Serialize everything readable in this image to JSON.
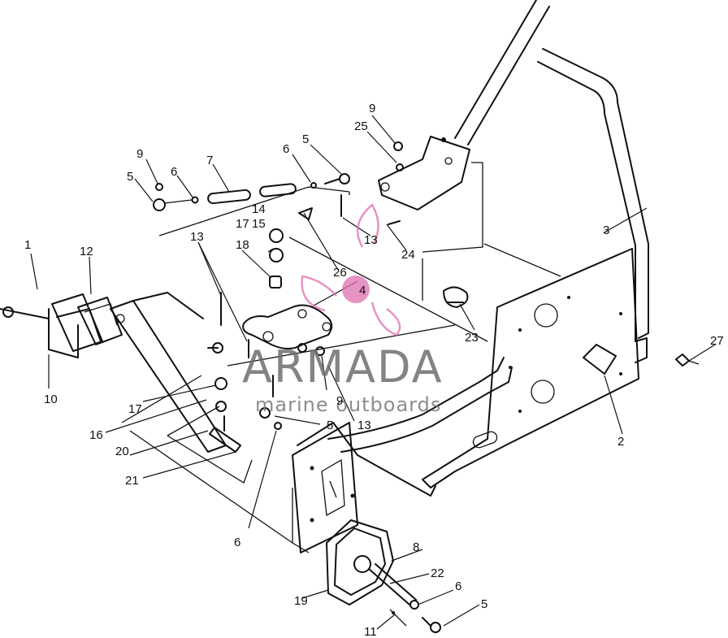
{
  "watermark": {
    "brand": "ARMADA",
    "tagline": "marine outboards",
    "logo_color": "#e070b0",
    "text_color": "#6e6e6e"
  },
  "callouts": [
    {
      "id": "c1",
      "text": "1"
    },
    {
      "id": "c2",
      "text": "2"
    },
    {
      "id": "c3",
      "text": "3"
    },
    {
      "id": "c4",
      "text": "4"
    },
    {
      "id": "c5a",
      "text": "5"
    },
    {
      "id": "c5b",
      "text": "5"
    },
    {
      "id": "c5c",
      "text": "5"
    },
    {
      "id": "c5d",
      "text": "5"
    },
    {
      "id": "c6a",
      "text": "6"
    },
    {
      "id": "c6b",
      "text": "6"
    },
    {
      "id": "c6c",
      "text": "6"
    },
    {
      "id": "c6d",
      "text": "6"
    },
    {
      "id": "c7",
      "text": "7"
    },
    {
      "id": "c8",
      "text": "8"
    },
    {
      "id": "c9a",
      "text": "9"
    },
    {
      "id": "c9b",
      "text": "9"
    },
    {
      "id": "c9c",
      "text": "9"
    },
    {
      "id": "c10",
      "text": "10"
    },
    {
      "id": "c11",
      "text": "11"
    },
    {
      "id": "c12",
      "text": "12"
    },
    {
      "id": "c13a",
      "text": "13"
    },
    {
      "id": "c13b",
      "text": "13"
    },
    {
      "id": "c13c",
      "text": "13"
    },
    {
      "id": "c14",
      "text": "14"
    },
    {
      "id": "c15",
      "text": "15"
    },
    {
      "id": "c16",
      "text": "16"
    },
    {
      "id": "c17a",
      "text": "17"
    },
    {
      "id": "c17b",
      "text": "17"
    },
    {
      "id": "c18",
      "text": "18"
    },
    {
      "id": "c19",
      "text": "19"
    },
    {
      "id": "c20",
      "text": "20"
    },
    {
      "id": "c21",
      "text": "21"
    },
    {
      "id": "c22",
      "text": "22"
    },
    {
      "id": "c23",
      "text": "23"
    },
    {
      "id": "c24",
      "text": "24"
    },
    {
      "id": "c25",
      "text": "25"
    },
    {
      "id": "c26",
      "text": "26"
    },
    {
      "id": "c27",
      "text": "27"
    }
  ]
}
